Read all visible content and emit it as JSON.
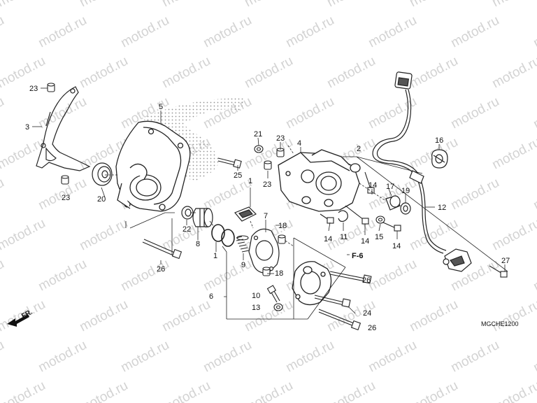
{
  "diagram": {
    "watermark_text": "motod.ru",
    "diagram_code": "MGCHE1200",
    "ref_label": "F-6",
    "front_label": "FR.",
    "parts": [
      {
        "name": "23",
        "id": "23a"
      },
      {
        "name": "3",
        "id": "3"
      },
      {
        "name": "23",
        "id": "23b"
      },
      {
        "name": "5",
        "id": "5"
      },
      {
        "name": "20",
        "id": "20"
      },
      {
        "name": "25",
        "id": "25"
      },
      {
        "name": "1",
        "id": "1a"
      },
      {
        "name": "22",
        "id": "22"
      },
      {
        "name": "8",
        "id": "8"
      },
      {
        "name": "1",
        "id": "1b"
      },
      {
        "name": "9",
        "id": "9"
      },
      {
        "name": "26",
        "id": "26a"
      },
      {
        "name": "7",
        "id": "7"
      },
      {
        "name": "18",
        "id": "18a"
      },
      {
        "name": "18",
        "id": "18b"
      },
      {
        "name": "6",
        "id": "6"
      },
      {
        "name": "10",
        "id": "10"
      },
      {
        "name": "13",
        "id": "13"
      },
      {
        "name": "21",
        "id": "21"
      },
      {
        "name": "23",
        "id": "23c"
      },
      {
        "name": "4",
        "id": "4"
      },
      {
        "name": "23",
        "id": "23d"
      },
      {
        "name": "2",
        "id": "2"
      },
      {
        "name": "14",
        "id": "14a"
      },
      {
        "name": "17",
        "id": "17"
      },
      {
        "name": "19",
        "id": "19"
      },
      {
        "name": "16",
        "id": "16"
      },
      {
        "name": "12",
        "id": "12"
      },
      {
        "name": "14",
        "id": "14b"
      },
      {
        "name": "11",
        "id": "11"
      },
      {
        "name": "14",
        "id": "14c"
      },
      {
        "name": "15",
        "id": "15"
      },
      {
        "name": "14",
        "id": "14d"
      },
      {
        "name": "27",
        "id": "27"
      },
      {
        "name": "26",
        "id": "26b"
      },
      {
        "name": "24",
        "id": "24"
      },
      {
        "name": "26",
        "id": "26c"
      }
    ]
  }
}
